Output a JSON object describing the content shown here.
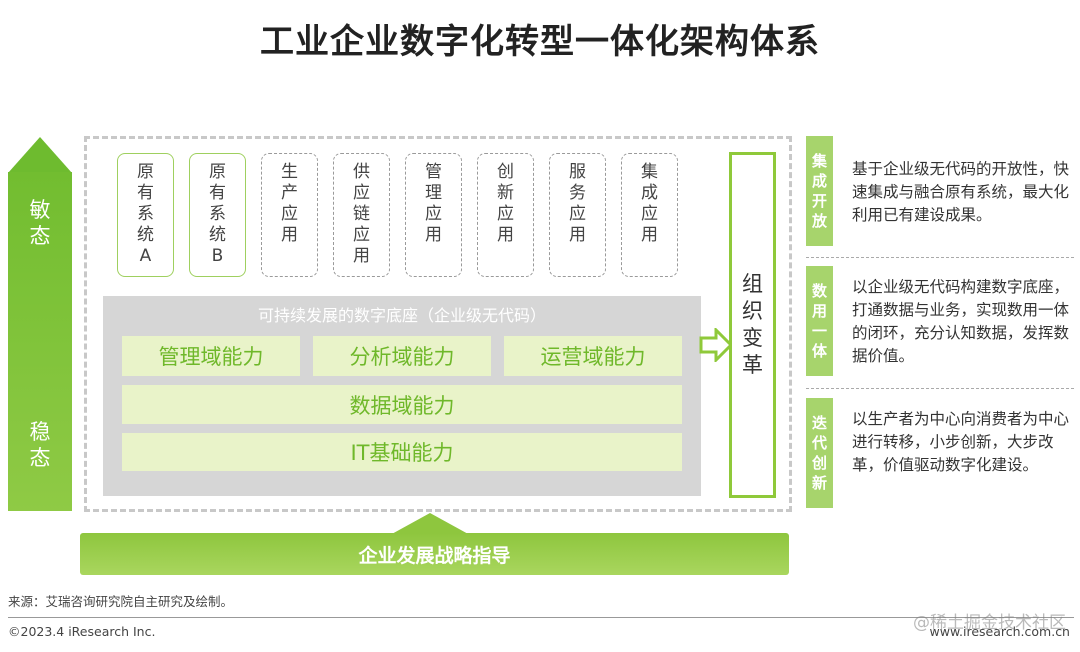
{
  "title": "工业企业数字化转型一体化架构体系",
  "side_arrow": {
    "top_label": "敏态",
    "bottom_label": "稳态",
    "color": "#6ebb2f"
  },
  "apps": [
    {
      "chars": [
        "原",
        "有",
        "系",
        "统",
        "A"
      ],
      "style": "solid"
    },
    {
      "chars": [
        "原",
        "有",
        "系",
        "统",
        "B"
      ],
      "style": "solid"
    },
    {
      "chars": [
        "生",
        "产",
        "应",
        "用"
      ],
      "style": "dashed"
    },
    {
      "chars": [
        "供",
        "应",
        "链",
        "应",
        "用"
      ],
      "style": "dashed"
    },
    {
      "chars": [
        "管",
        "理",
        "应",
        "用"
      ],
      "style": "dashed"
    },
    {
      "chars": [
        "创",
        "新",
        "应",
        "用"
      ],
      "style": "dashed"
    },
    {
      "chars": [
        "服",
        "务",
        "应",
        "用"
      ],
      "style": "dashed"
    },
    {
      "chars": [
        "集",
        "成",
        "应",
        "用"
      ],
      "style": "dashed"
    }
  ],
  "platform": {
    "title": "可持续发展的数字底座（企业级无代码）",
    "capabilities_row1": [
      "管理域能力",
      "分析域能力",
      "运营域能力"
    ],
    "capability_data": "数据域能力",
    "capability_it": "IT基础能力"
  },
  "org_change": [
    "组",
    "织",
    "变",
    "革"
  ],
  "bottom_bar": "企业发展战略指导",
  "right_panel": [
    {
      "tag": [
        "集",
        "成",
        "开",
        "放"
      ],
      "desc": "基于企业级无代码的开放性，快速集成与融合原有系统，最大化利用已有建设成果。"
    },
    {
      "tag": [
        "数",
        "用",
        "一",
        "体"
      ],
      "desc": "以企业级无代码构建数字底座，打通数据与业务，实现数用一体的闭环，充分认知数据，发挥数据价值。"
    },
    {
      "tag": [
        "迭",
        "代",
        "创",
        "新"
      ],
      "desc": "以生产者为中心向消费者为中心进行转移，小步创新，大步改革，价值驱动数字化建设。"
    }
  ],
  "source": "来源：艾瑞咨询研究院自主研究及绘制。",
  "copyright": "©2023.4 iResearch Inc.",
  "website": "www.iresearch.com.cn",
  "watermark": "@稀土掘金技术社区",
  "colors": {
    "accent_green": "#8fc93a",
    "light_green": "#e9f3c9",
    "platform_gray": "#d6d6d6",
    "tag_green": "#a7d46c"
  }
}
